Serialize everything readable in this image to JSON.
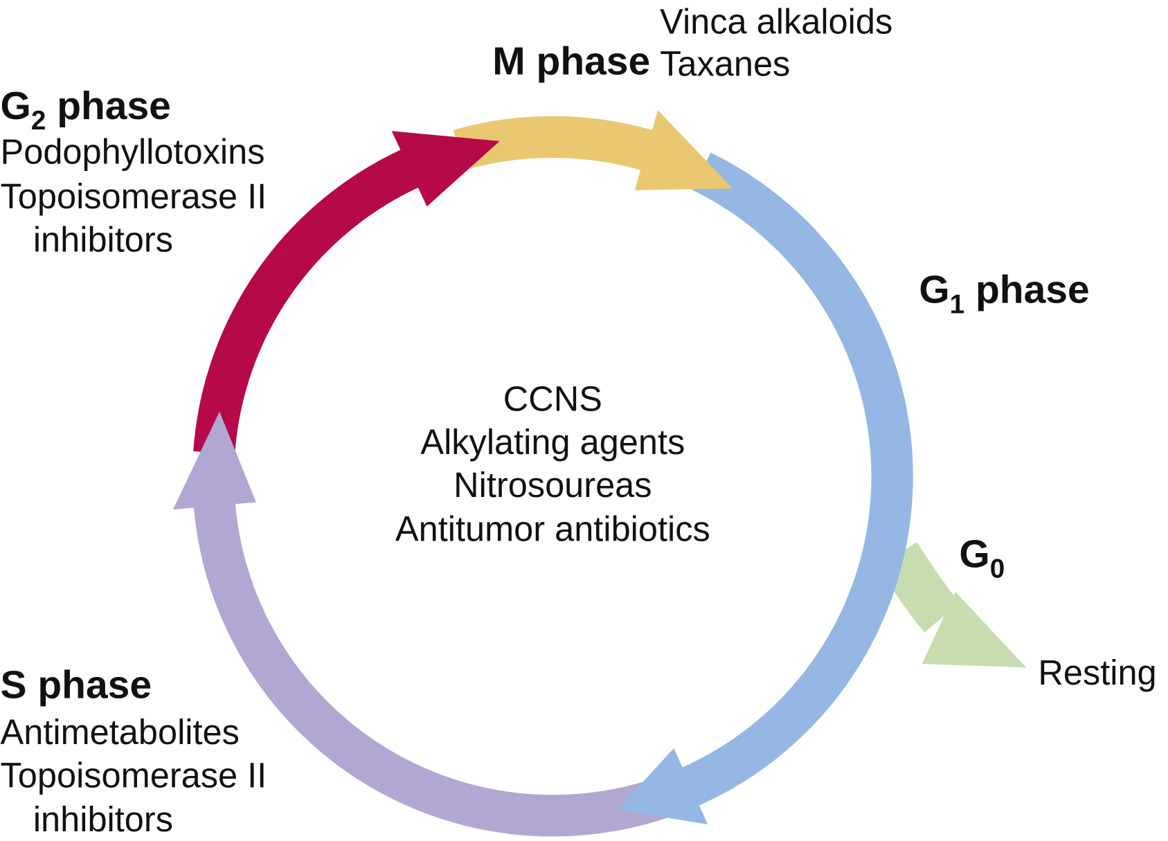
{
  "colors": {
    "m_phase": "#EAC870",
    "g1_phase": "#94B7E3",
    "s_phase": "#B1A7D2",
    "g2_phase": "#B5094A",
    "g0": "#C7DDB0",
    "text": "#111111"
  },
  "m_phase": {
    "title": "M phase",
    "drugs": [
      "Vinca alkaloids",
      "Taxanes"
    ]
  },
  "g2_phase": {
    "title_main": "G",
    "title_sub": "2",
    "title_rest": " phase",
    "drugs": [
      "Podophyllotoxins",
      "Topoisomerase II",
      "inhibitors"
    ]
  },
  "g1_phase": {
    "title_main": "G",
    "title_sub": "1",
    "title_rest": " phase"
  },
  "g0": {
    "title_main": "G",
    "title_sub": "0",
    "label": "Resting"
  },
  "s_phase": {
    "title": "S phase",
    "drugs": [
      "Antimetabolites",
      "Topoisomerase II",
      "inhibitors"
    ]
  },
  "center": {
    "lines": [
      "CCNS",
      "Alkylating agents",
      "Nitrosoureas",
      "Antitumor antibiotics"
    ]
  }
}
